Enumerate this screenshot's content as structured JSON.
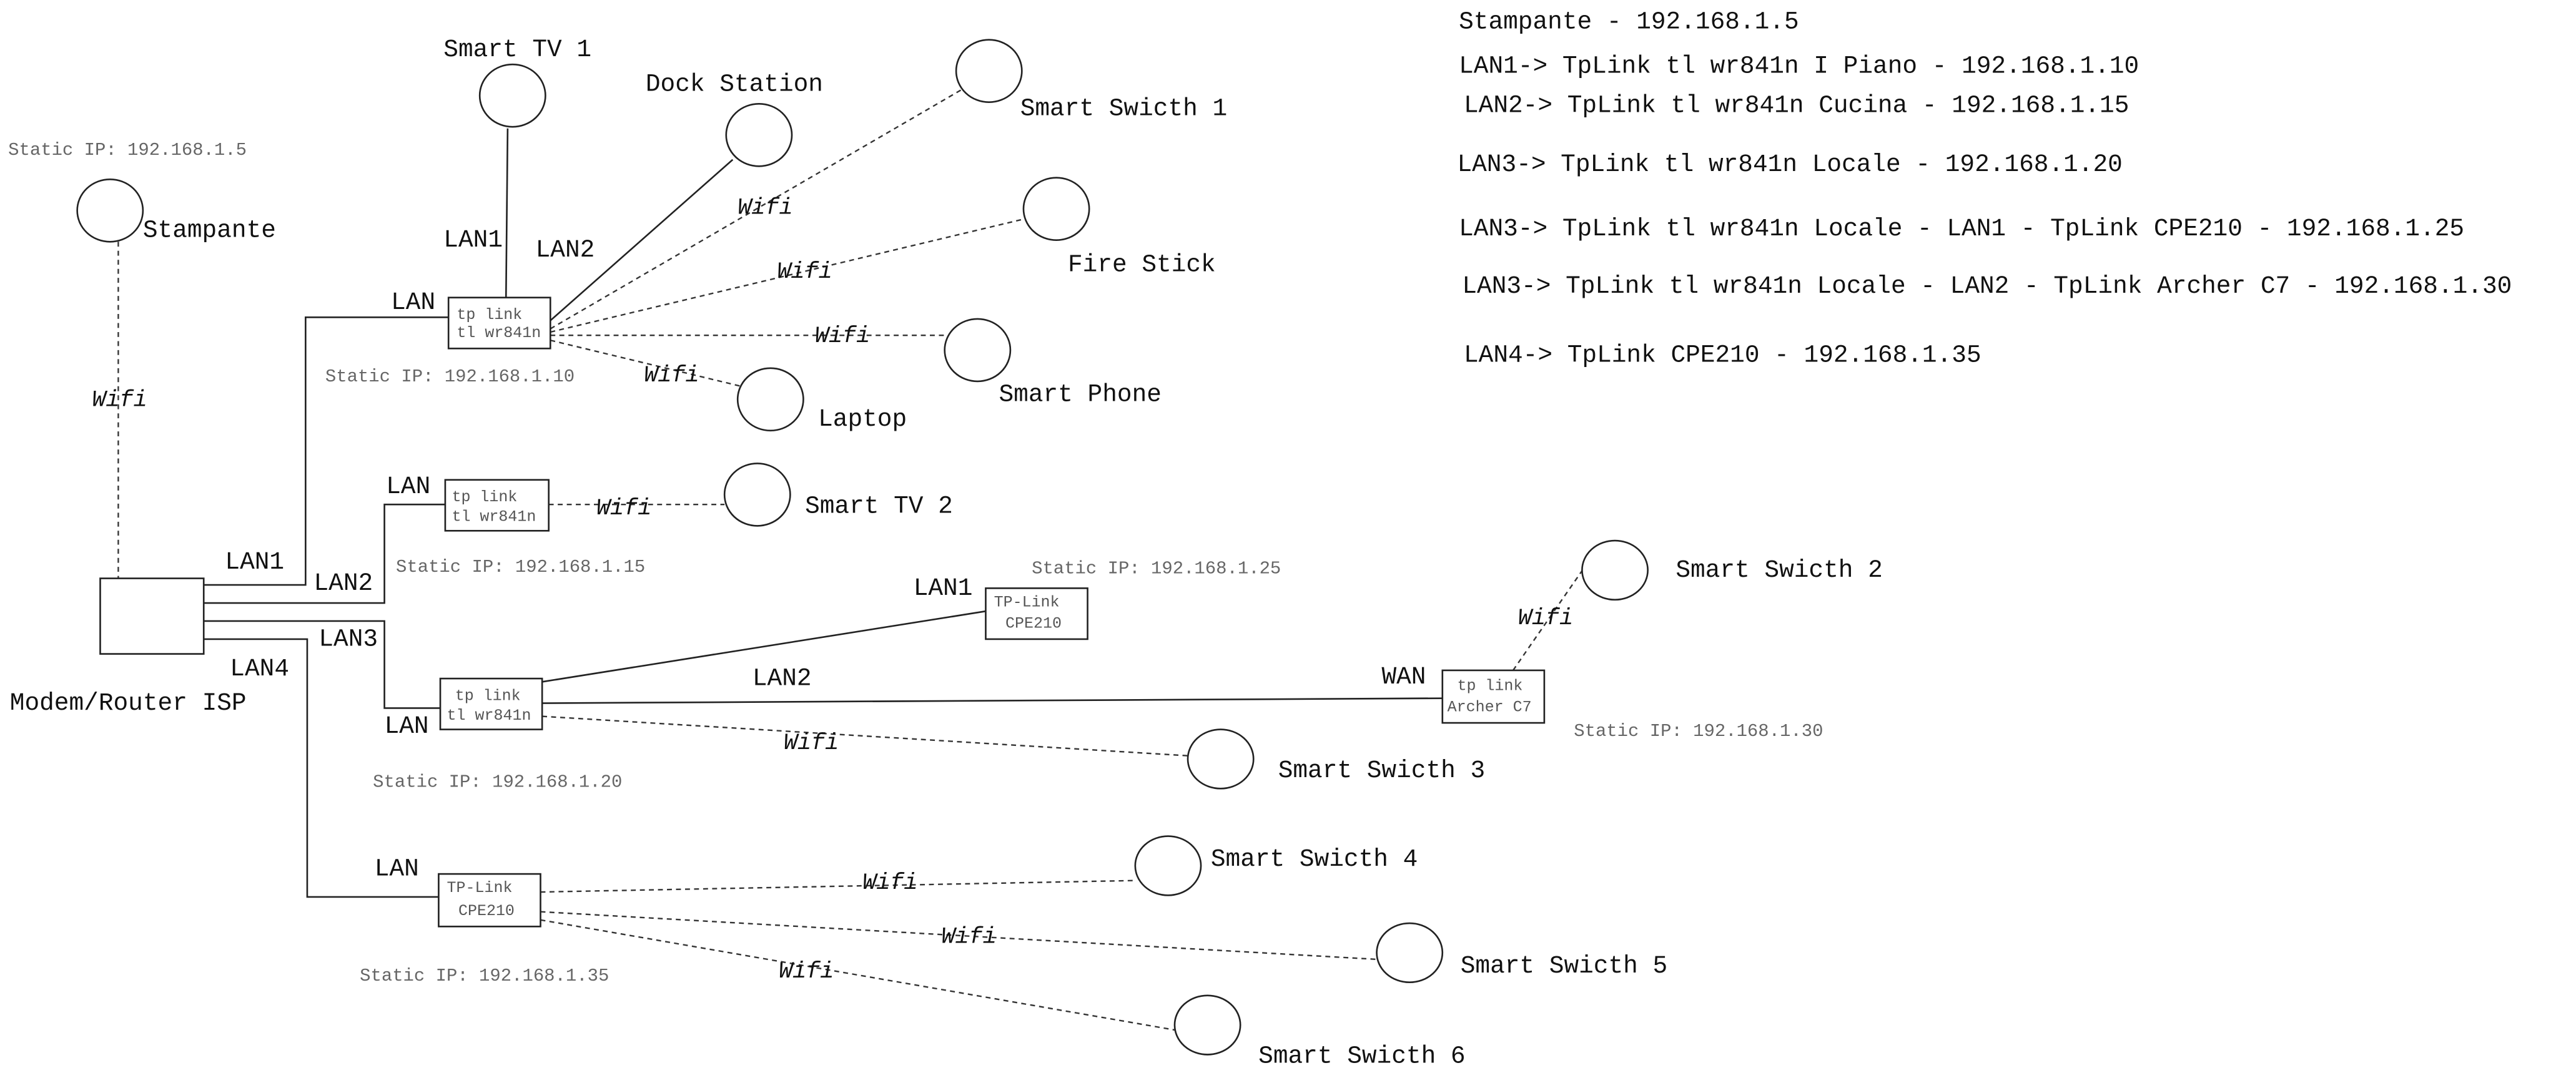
{
  "devices": {
    "stampante": "Stampante",
    "smart_tv_1": "Smart TV 1",
    "dock_station": "Dock Station",
    "smart_switch_1": "Smart Swicth 1",
    "fire_stick": "Fire Stick",
    "smart_phone": "Smart Phone",
    "laptop": "Laptop",
    "smart_tv_2": "Smart TV 2",
    "smart_switch_2": "Smart Swicth 2",
    "smart_switch_3": "Smart Swicth 3",
    "smart_switch_4": "Smart Swicth 4",
    "smart_switch_5": "Smart Swicth 5",
    "smart_switch_6": "Smart Swicth 6",
    "modem": "Modem/Router ISP"
  },
  "boxes": {
    "tplink_line1": "tp link",
    "tplink_line2": "tl wr841n",
    "cpe_line1": "TP-Link",
    "cpe_line2": "CPE210",
    "archer_line1": "tp link",
    "archer_line2": "Archer C7"
  },
  "ports": {
    "lan": "LAN",
    "lan1": "LAN1",
    "lan2": "LAN2",
    "lan3": "LAN3",
    "lan4": "LAN4",
    "wan": "WAN",
    "wifi": "Wifi"
  },
  "static_ips": {
    "stampante": "Static IP: 192.168.1.5",
    "r1": "Static IP: 192.168.1.10",
    "r2": "Static IP: 192.168.1.15",
    "r3": "Static IP: 192.168.1.20",
    "cpe_top": "Static IP: 192.168.1.25",
    "archer": "Static IP: 192.168.1.30",
    "cpe_bottom": "Static IP: 192.168.1.35"
  },
  "legend": [
    "Stampante - 192.168.1.5",
    "LAN1-> TpLink tl wr841n I Piano - 192.168.1.10",
    "LAN2-> TpLink tl wr841n Cucina - 192.168.1.15",
    "LAN3-> TpLink tl wr841n Locale - 192.168.1.20",
    "LAN3-> TpLink tl wr841n Locale - LAN1 - TpLink CPE210 - 192.168.1.25",
    "LAN3-> TpLink tl wr841n Locale - LAN2 - TpLink Archer C7 - 192.168.1.30",
    "LAN4-> TpLink CPE210 - 192.168.1.35"
  ]
}
